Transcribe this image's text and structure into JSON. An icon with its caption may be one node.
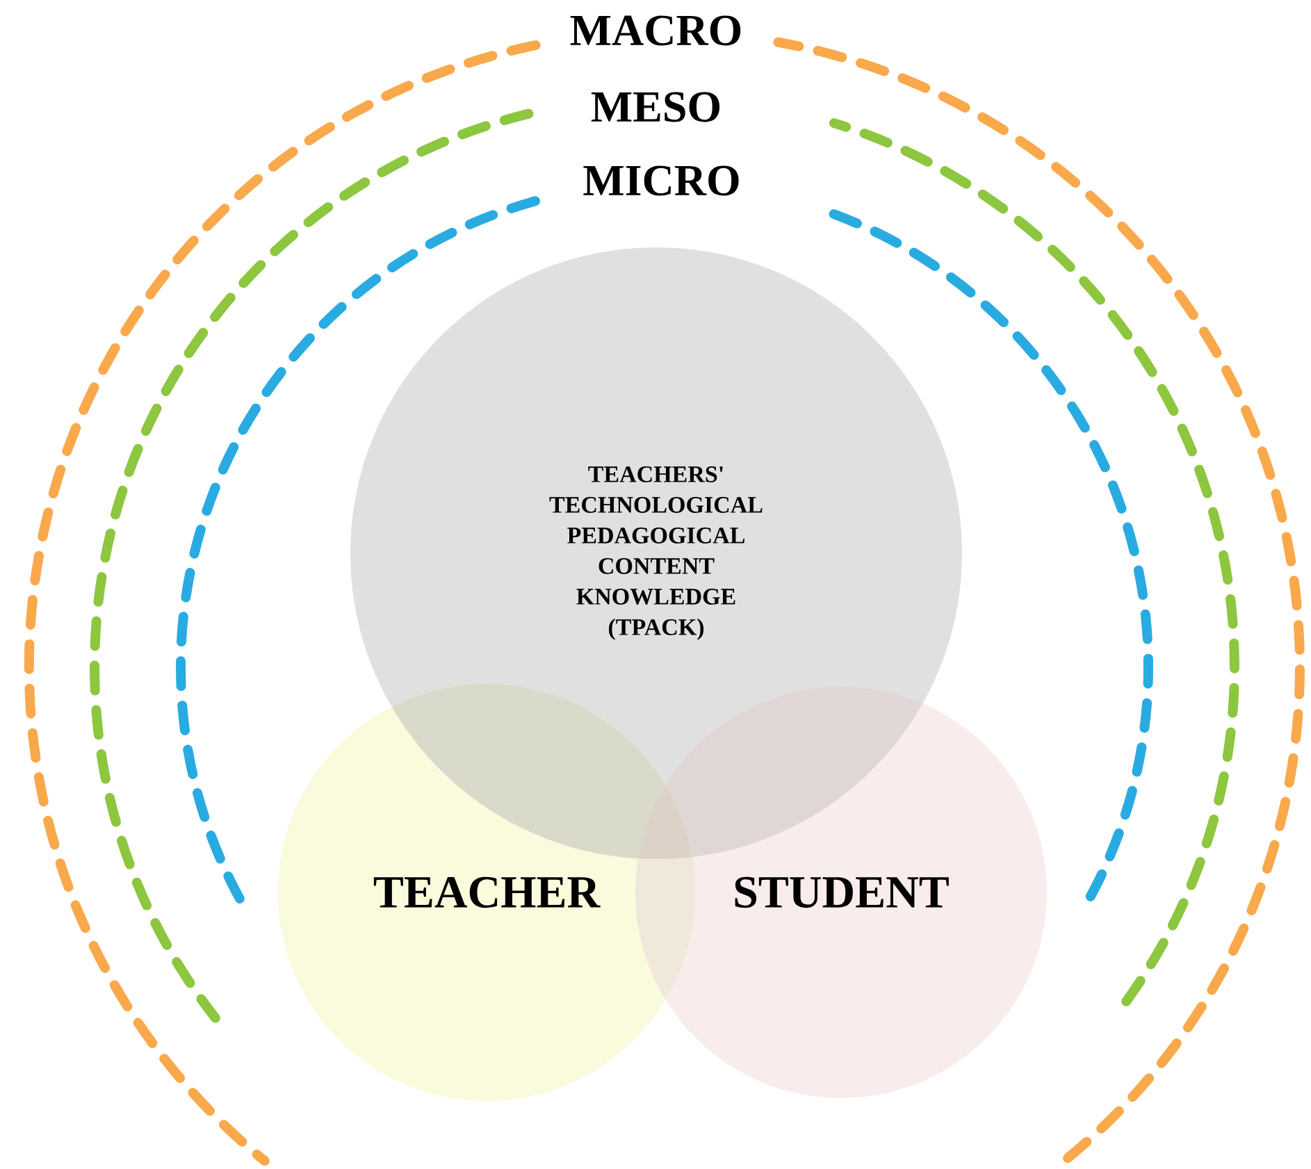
{
  "diagram": {
    "nodes": [
      {
        "text": [
          "TEACHERS' TECHNOLOGICAL PEDAGOGICAL CONTENT KNOWLEDGE (TPACK)"
        ]
      },
      {
        "text": [
          "TEACHER"
        ]
      },
      {
        "text": [
          "STUDENT"
        ]
      }
    ],
    "labels": [
      "MACRO",
      "MESO",
      "MICRO"
    ]
  }
}
